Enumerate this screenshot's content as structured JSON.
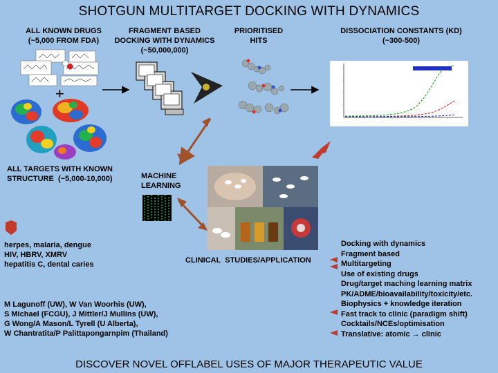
{
  "title": "SHOTGUN MULTITARGET DOCKING WITH DYNAMICS",
  "headers": {
    "drugs": "ALL KNOWN DRUGS\n(~5,000 FROM FDA)",
    "fragment": "FRAGMENT BASED\nDOCKING WITH DYNAMICS\n(~50,000,000)",
    "hits": "PRIORITISED\nHITS",
    "dissociation": "DISSOCIATION CONSTANTS (KD)\n(~300-500)"
  },
  "plus_sign": "+",
  "targets_label": "ALL TARGETS WITH KNOWN\nSTRUCTURE  (~5,000-10,000)",
  "ml_label": "MACHINE\nLEARNING",
  "diseases": "herpes, malaria, dengue\nHIV, HBRV, XMRV\nhepatitis C, dental caries",
  "clinical_label": "CLINICAL  STUDIES/APPLICATION",
  "collaborators": "M Lagunoff (UW), W Van Woorhis (UW),\nS Michael (FCGU), J Mittler/J Mullins (UW),\nG Wong/A Mason/L Tyrell (U Alberta),\nW Chantratita/P Palittapongarnpim (Thailand)",
  "outcomes": [
    "Docking with dynamics",
    "Fragment based",
    "Multitargeting",
    "Use of existing drugs",
    "Drug/target maching learning matrix",
    "PK/ADME/bioavailability/toxicity/etc.",
    "Biophysics + knowledge iteration",
    "Fast track to clinic (paradigm shift)",
    "Cocktails/NCEs/optimisation",
    "Translative: atomic → clinic"
  ],
  "footer": "DISCOVER NOVEL OFFLABEL USES OF MAJOR THERAPEUTIC VALUE",
  "colors": {
    "background": "#9fc3e6",
    "arrow_brown": "#a0522d",
    "arrow_red": "#c0392b",
    "plot_green": "#1aa31a"
  }
}
